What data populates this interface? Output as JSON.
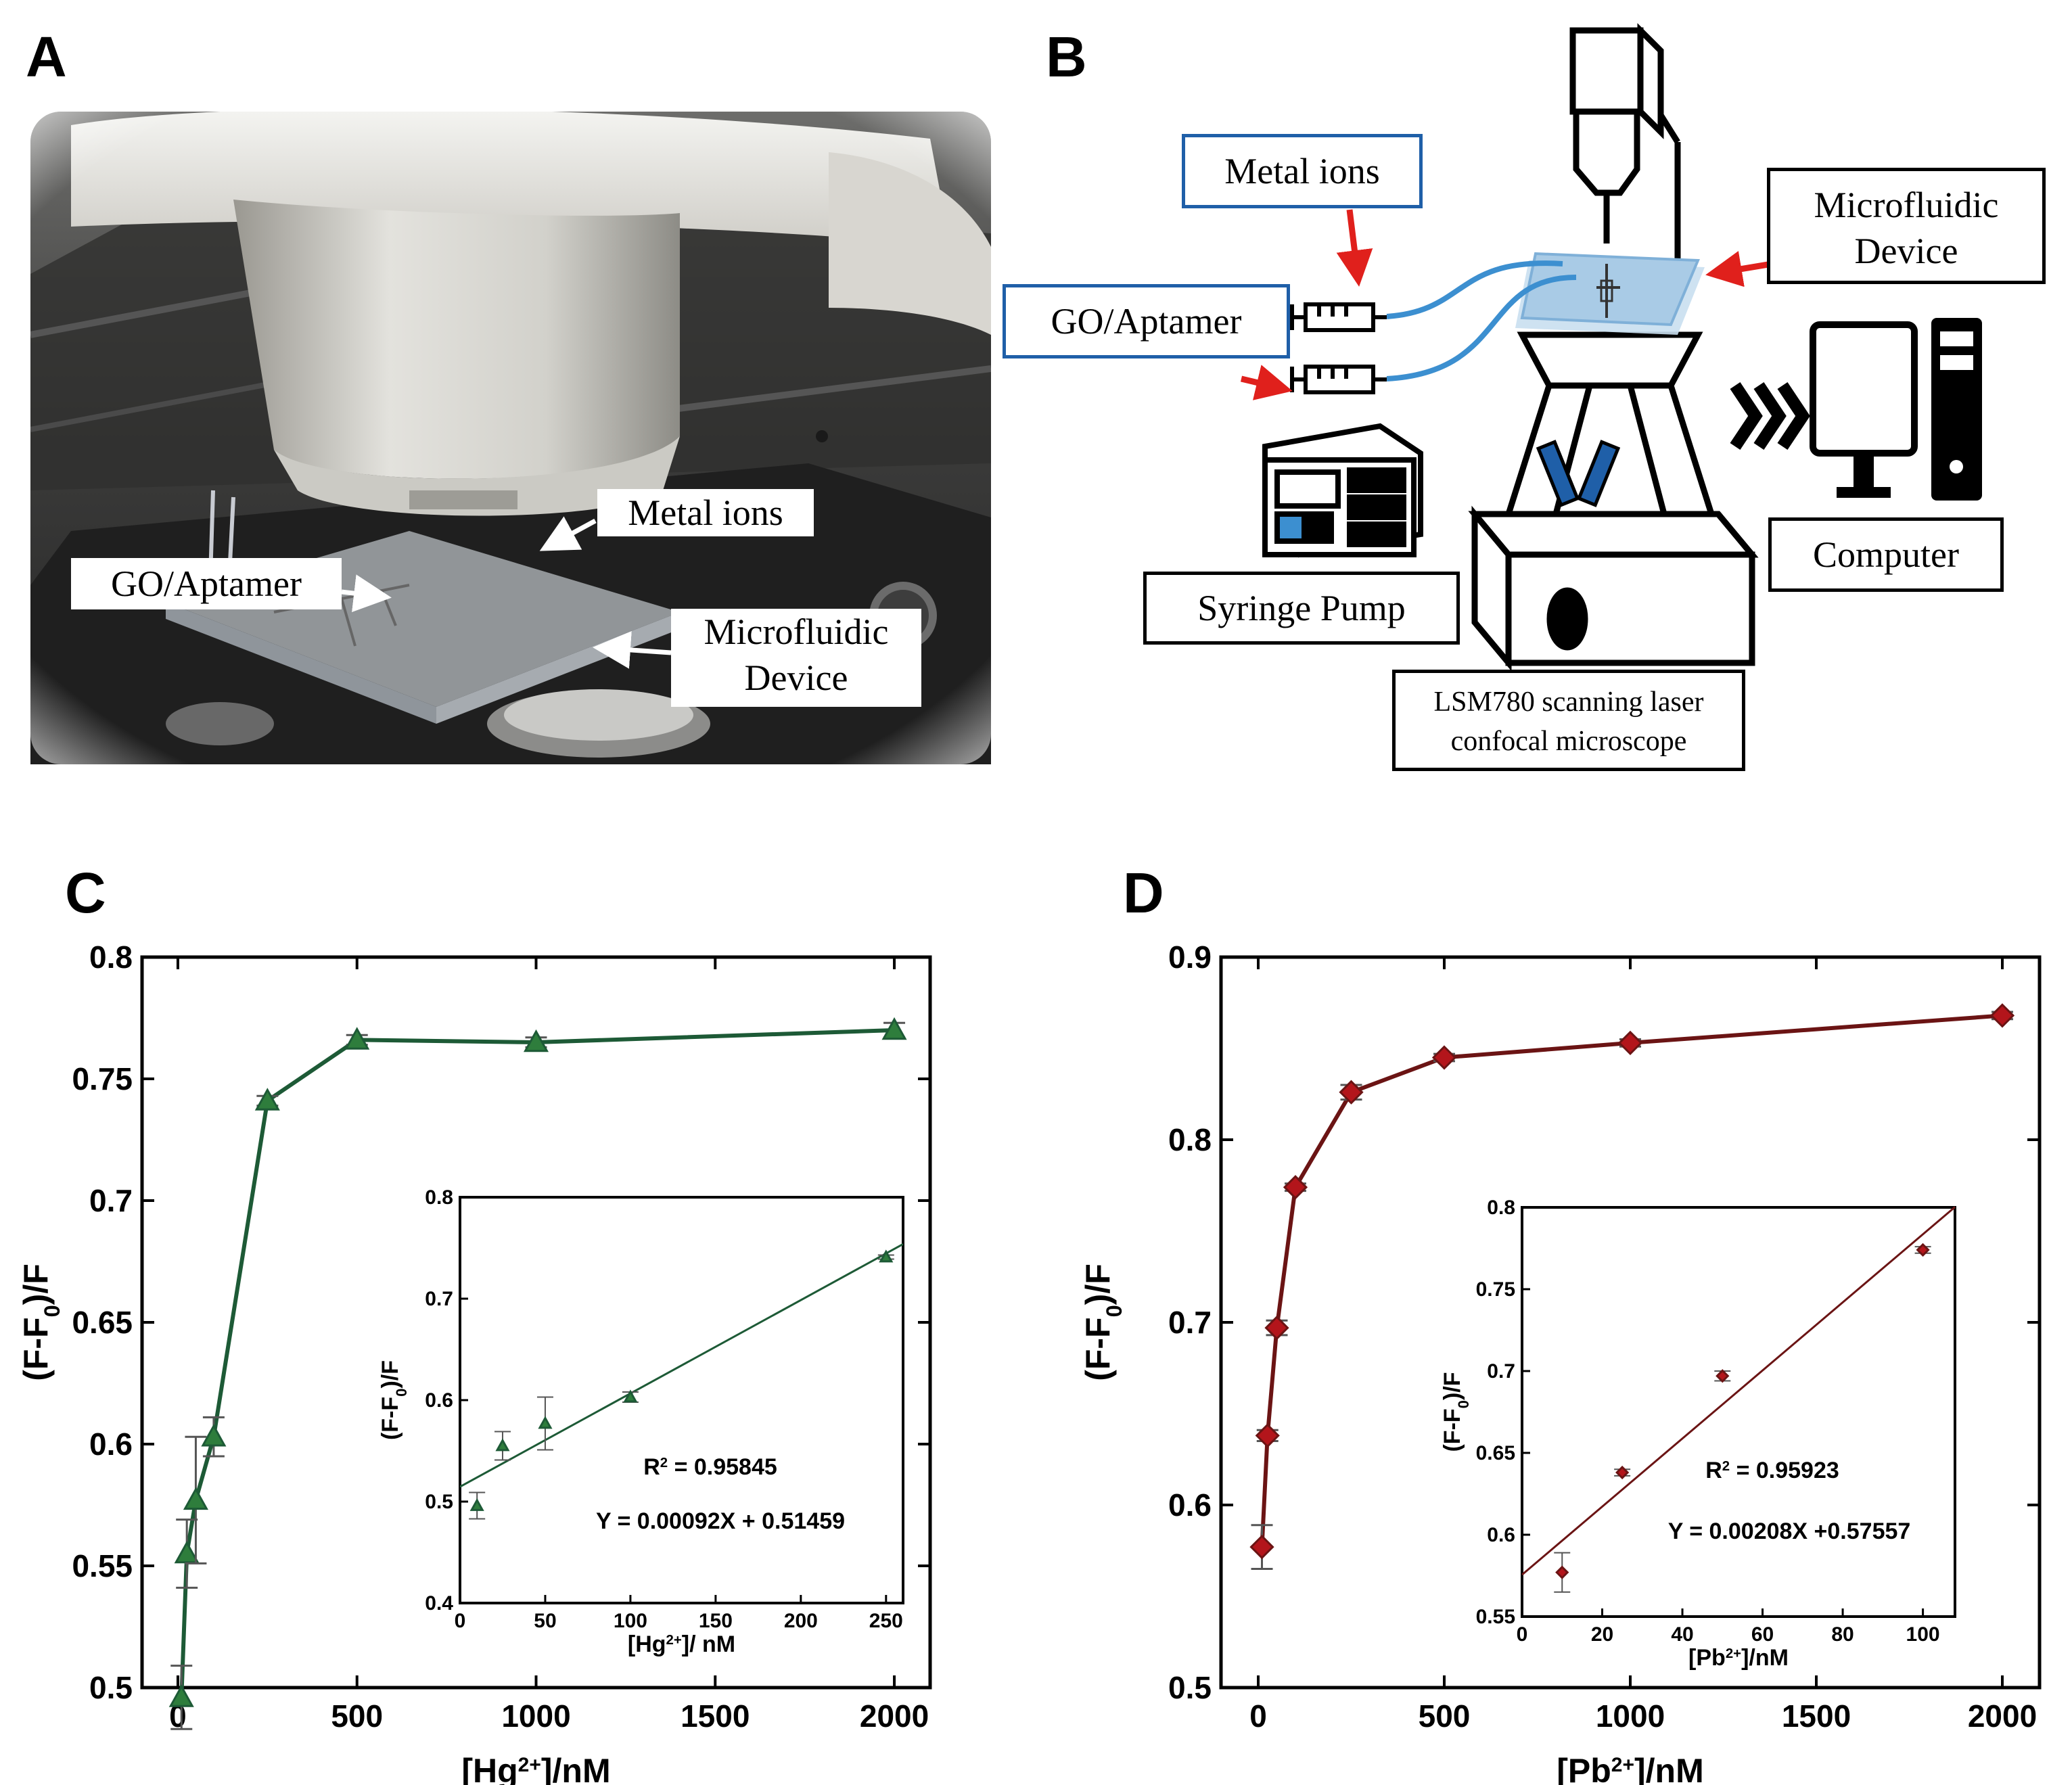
{
  "panels": {
    "a": "A",
    "b": "B",
    "c": "C",
    "d": "D"
  },
  "photo": {
    "labels": {
      "metal_ions": "Metal ions",
      "go_aptamer": "GO/Aptamer",
      "microfluidic_line1": "Microfluidic",
      "microfluidic_line2": "Device"
    }
  },
  "schematic": {
    "labels": {
      "metal_ions": "Metal ions",
      "go_aptamer": "GO/Aptamer",
      "microfluidic_line1": "Microfluidic",
      "microfluidic_line2": "Device",
      "syringe_pump": "Syringe Pump",
      "computer": "Computer",
      "microscope_line1": "LSM780 scanning laser",
      "microscope_line2": "confocal microscope"
    }
  },
  "colors": {
    "hg_series": "#1d5a36",
    "hg_marker": "#2e7d3c",
    "pb_series": "#6b1414",
    "pb_marker": "#b3151b",
    "arrow_red": "#e0201c",
    "box_blue": "#1f5fa8",
    "tube_blue": "#3c8fd0",
    "device_blue": "#a9cbe6"
  },
  "chart_data": [
    {
      "id": "C",
      "type": "line",
      "xlabel_main": "[Hg",
      "xlabel_sup": "2+",
      "xlabel_tail": "]/nM",
      "ylabel": "(F-F",
      "ylabel_sub": "0",
      "ylabel_tail": ")/F",
      "xlim": [
        -100,
        2100
      ],
      "ylim": [
        0.5,
        0.8
      ],
      "xticks": [
        "0",
        "500",
        "1000",
        "1500",
        "2000"
      ],
      "yticks": [
        "0.5",
        "0.55",
        "0.6",
        "0.65",
        "0.7",
        "0.75",
        "0.8"
      ],
      "series": [
        {
          "x": [
            10,
            25,
            50,
            100,
            250,
            500,
            1000,
            2000
          ],
          "y": [
            0.496,
            0.555,
            0.577,
            0.603,
            0.741,
            0.766,
            0.765,
            0.77
          ],
          "err": [
            0.013,
            0.014,
            0.026,
            0.008,
            0.002,
            0.002,
            0.002,
            0.003
          ]
        }
      ],
      "inset": {
        "xlabel_main": "[Hg",
        "xlabel_sup": "2+",
        "xlabel_tail": "]/ nM",
        "ylabel": "(F-F",
        "ylabel_sub": "0",
        "ylabel_tail": ")/F",
        "xlim": [
          0,
          260
        ],
        "ylim": [
          0.4,
          0.8
        ],
        "xticks": [
          "0",
          "50",
          "100",
          "150",
          "200",
          "250"
        ],
        "yticks": [
          "0.4",
          "0.5",
          "0.6",
          "0.7",
          "0.8"
        ],
        "x": [
          10,
          25,
          50,
          100,
          250
        ],
        "y": [
          0.496,
          0.555,
          0.577,
          0.603,
          0.741
        ],
        "err": [
          0.013,
          0.014,
          0.026,
          0.005,
          0.002
        ],
        "fit": {
          "slope": 0.00092,
          "intercept": 0.51459
        },
        "r2_label": "R",
        "r2_sup": "2",
        "r2_value": " = 0.95845",
        "equation": "Y = 0.00092X + 0.51459"
      }
    },
    {
      "id": "D",
      "type": "line",
      "xlabel_main": "[Pb",
      "xlabel_sup": "2+",
      "xlabel_tail": "]/nM",
      "ylabel": "(F-F",
      "ylabel_sub": "0",
      "ylabel_tail": ")/F",
      "xlim": [
        -100,
        2100
      ],
      "ylim": [
        0.5,
        0.9
      ],
      "xticks": [
        "0",
        "500",
        "1000",
        "1500",
        "2000"
      ],
      "yticks": [
        "0.5",
        "0.6",
        "0.7",
        "0.8",
        "0.9"
      ],
      "series": [
        {
          "x": [
            10,
            25,
            50,
            100,
            250,
            500,
            1000,
            2000
          ],
          "y": [
            0.577,
            0.638,
            0.697,
            0.774,
            0.826,
            0.845,
            0.853,
            0.868
          ],
          "err": [
            0.012,
            0.003,
            0.004,
            0.002,
            0.004,
            0.002,
            0.002,
            0.002
          ]
        }
      ],
      "inset": {
        "xlabel_main": "[Pb",
        "xlabel_sup": "2+",
        "xlabel_tail": "]/nM",
        "ylabel": "(F-F",
        "ylabel_sub": "0",
        "ylabel_tail": ")/F",
        "xlim": [
          0,
          108
        ],
        "ylim": [
          0.55,
          0.8
        ],
        "xticks": [
          "0",
          "20",
          "40",
          "60",
          "80",
          "100"
        ],
        "yticks": [
          "0.55",
          "0.6",
          "0.65",
          "0.7",
          "0.75",
          "0.8"
        ],
        "x": [
          10,
          25,
          50,
          100
        ],
        "y": [
          0.577,
          0.638,
          0.697,
          0.774
        ],
        "err": [
          0.012,
          0.002,
          0.003,
          0.002
        ],
        "fit": {
          "slope": 0.00208,
          "intercept": 0.57557
        },
        "r2_label": "R",
        "r2_sup": "2",
        "r2_value": " = 0.95923",
        "equation": "Y = 0.00208X +0.57557"
      }
    }
  ]
}
